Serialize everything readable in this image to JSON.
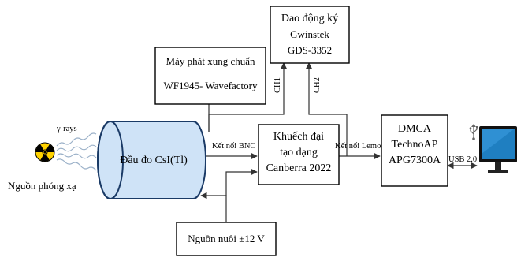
{
  "oscilloscope": {
    "title": "Dao động ký",
    "line2": "Gwinstek",
    "line3": "GDS-3352"
  },
  "pulse_generator": {
    "line1": "Máy phát xung chuẩn",
    "line2": "WF1945- Wavefactory"
  },
  "amplifier": {
    "line1": "Khuếch đại",
    "line2": "tạo dạng",
    "line3": "Canberra 2022"
  },
  "dmca": {
    "line1": "DMCA",
    "line2": "TechnoAP",
    "line3": "APG7300A"
  },
  "detector": {
    "label": "Đầu đo CsI(Tl)"
  },
  "power_supply": {
    "label": "Nguồn nuôi ±12 V"
  },
  "source": {
    "rays_label": "γ-rays",
    "label": "Nguồn phóng xạ"
  },
  "channels": {
    "ch1": "CH1",
    "ch2": "CH2"
  },
  "connections": {
    "bnc": "Kết nối BNC",
    "lemo": "Kết nối Lemo",
    "usb": "USB 2.0"
  },
  "colors": {
    "detector_fill": "#cfe3f7",
    "monitor_screen": "#1f7fc1",
    "radiation_yellow": "#ffd200",
    "wire": "#333333"
  },
  "icons": {
    "source": "radiation-icon",
    "computer": "monitor-icon",
    "usb": "usb-icon"
  }
}
